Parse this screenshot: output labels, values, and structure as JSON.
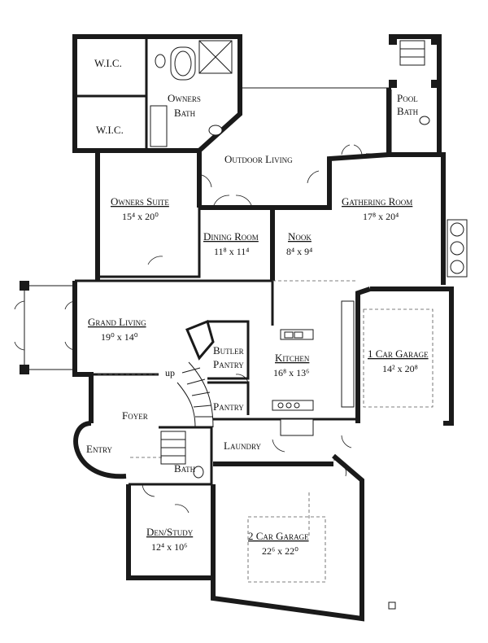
{
  "rooms": {
    "wic_top": "W.I.C.",
    "wic_bottom": "W.I.C.",
    "owners_bath_1": "Owners",
    "owners_bath_2": "Bath",
    "outdoor_living": "Outdoor Living",
    "pool_bath_1": "Pool",
    "pool_bath_2": "Bath",
    "owners_suite": "Owners Suite",
    "owners_suite_dim": "15⁴ x 20⁰",
    "gathering_room": "Gathering Room",
    "gathering_room_dim": "17⁸ x 20⁴",
    "dining_room": "Dining Room",
    "dining_room_dim": "11⁸ x 11⁴",
    "nook": "Nook",
    "nook_dim": "8⁴ x 9⁴",
    "grand_living": "Grand Living",
    "grand_living_dim": "19⁰ x 14⁰",
    "butler_pantry_1": "Butler",
    "butler_pantry_2": "Pantry",
    "kitchen": "Kitchen",
    "kitchen_dim": "16⁸ x 13⁶",
    "one_car_garage": "1 Car Garage",
    "one_car_garage_dim": "14² x 20⁸",
    "up": "up",
    "foyer": "Foyer",
    "pantry": "Pantry",
    "entry": "Entry",
    "laundry": "Laundry",
    "bath": "Bath",
    "den_study": "Den/Study",
    "den_study_dim": "12⁴ x 10⁶",
    "two_car_garage": "2 Car Garage",
    "two_car_garage_dim": "22⁶ x 22⁰"
  }
}
